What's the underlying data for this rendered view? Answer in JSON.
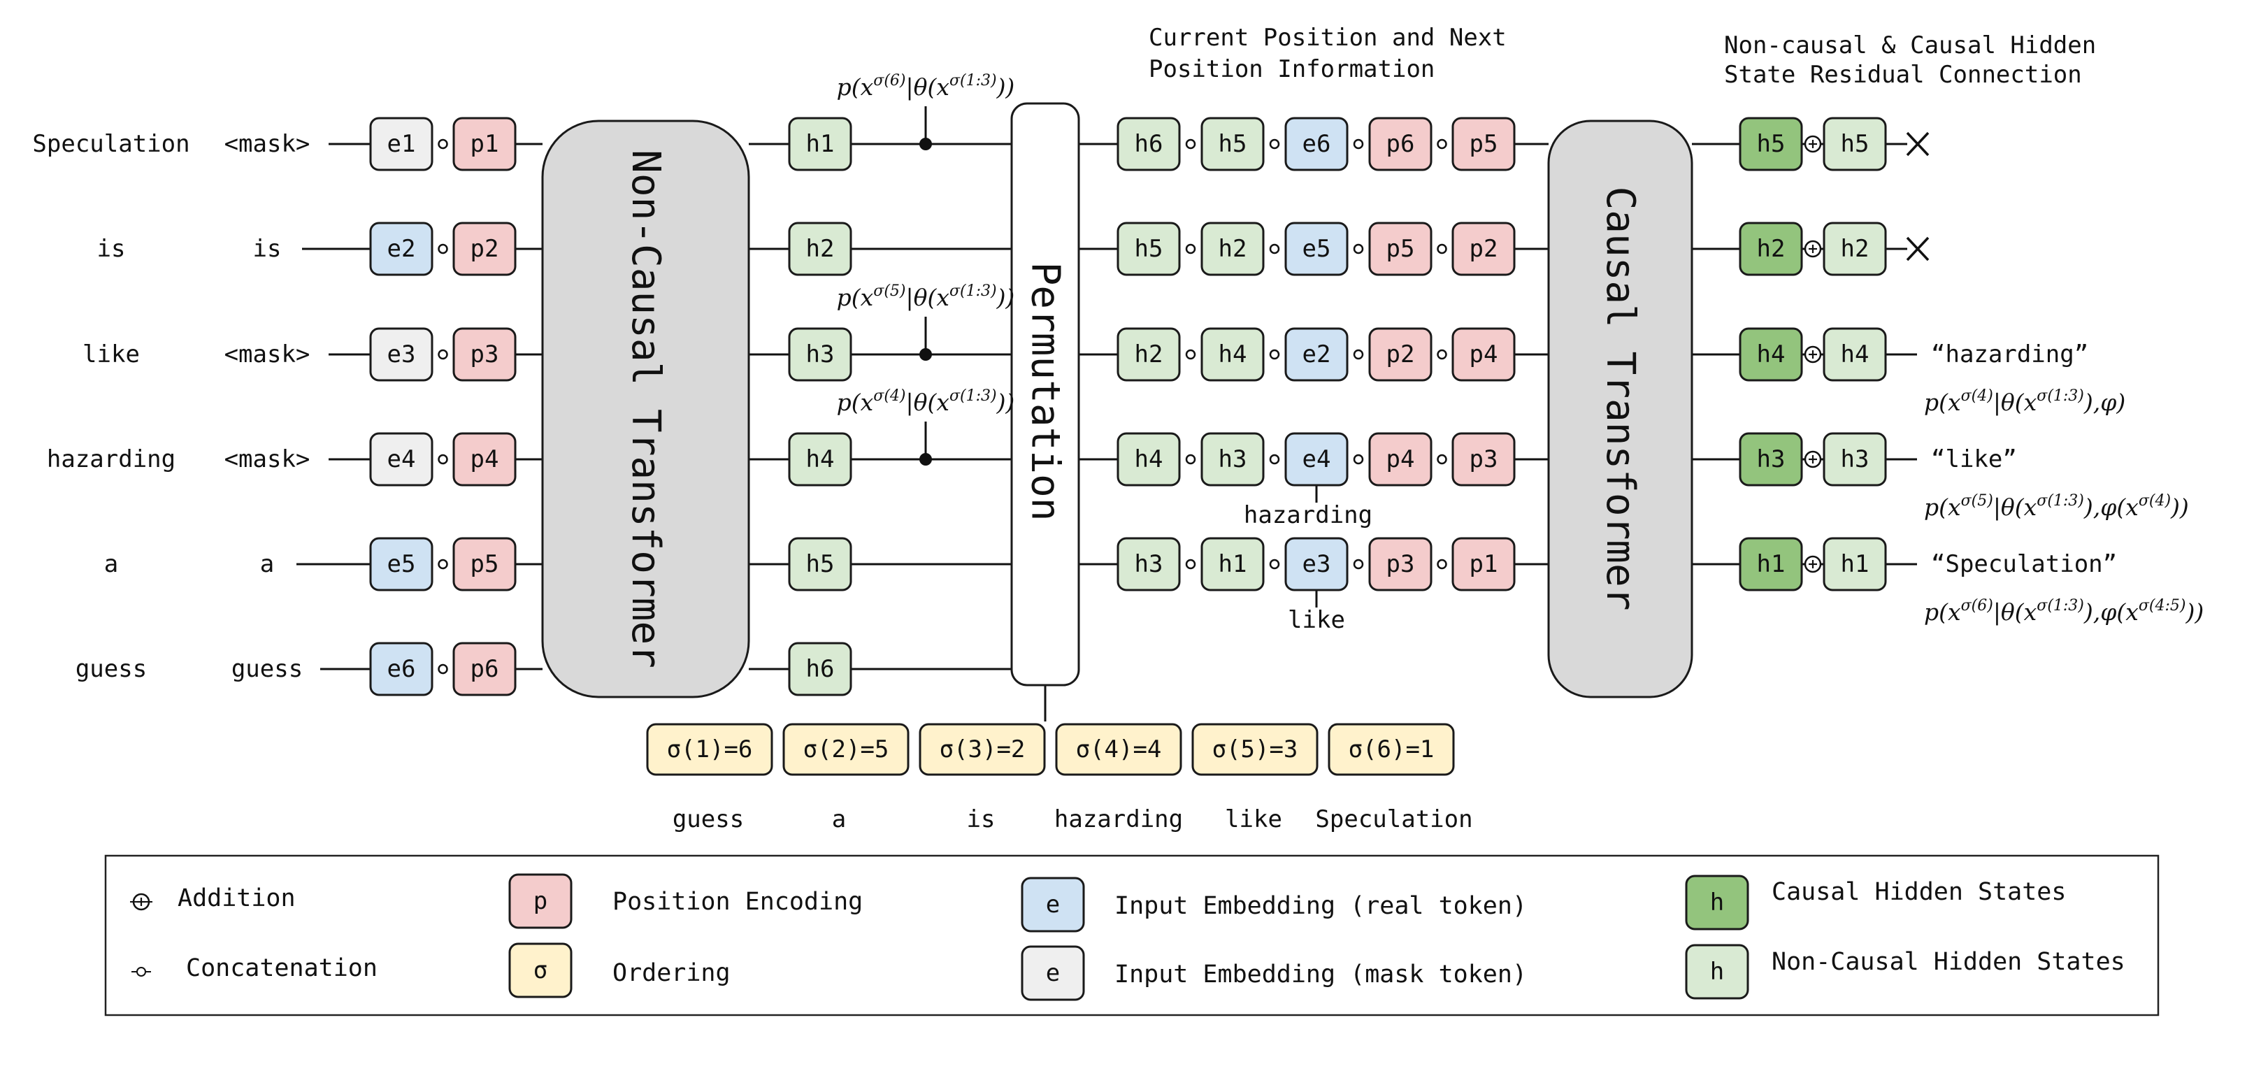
{
  "colors": {
    "position": "#f4cccc",
    "ordering": "#fff2cc",
    "embed_real": "#cfe2f3",
    "embed_mask": "#efefef",
    "causal_hidden": "#93c47d",
    "noncausal_hidden": "#d9ead3",
    "transformer": "#d9d9d9",
    "stroke": "#1a1a1a"
  },
  "headings": {
    "middle": [
      "Current Position and Next",
      "Position Information"
    ],
    "right": [
      "Non-causal & Causal Hidden",
      "State Residual Connection"
    ]
  },
  "blocks": {
    "noncausal_transformer": "Non-Causal Transformer",
    "permutation": "Permutation",
    "causal_transformer": "Causal Transformer"
  },
  "input_rows": [
    {
      "original": "Speculation",
      "input": "<mask>",
      "embed": "e1",
      "embed_type": "mask",
      "pos": "p1",
      "hidden": "h1",
      "formula": "p(x^σ(6) | θ(x^σ(1:3)))"
    },
    {
      "original": "is",
      "input": "is",
      "embed": "e2",
      "embed_type": "real",
      "pos": "p2",
      "hidden": "h2",
      "formula": null
    },
    {
      "original": "like",
      "input": "<mask>",
      "embed": "e3",
      "embed_type": "mask",
      "pos": "p3",
      "hidden": "h3",
      "formula": "p(x^σ(5) | θ(x^σ(1:3)))"
    },
    {
      "original": "hazarding",
      "input": "<mask>",
      "embed": "e4",
      "embed_type": "mask",
      "pos": "p4",
      "hidden": "h4",
      "formula": "p(x^σ(4) | θ(x^σ(1:3)))"
    },
    {
      "original": "a",
      "input": "a",
      "embed": "e5",
      "embed_type": "real",
      "pos": "p5",
      "hidden": "h5",
      "formula": null
    },
    {
      "original": "guess",
      "input": "guess",
      "embed": "e6",
      "embed_type": "real",
      "pos": "p6",
      "hidden": "h6",
      "formula": null
    }
  ],
  "permuted_rows": [
    {
      "cells": [
        [
          "h6",
          "noncausal"
        ],
        [
          "h5",
          "noncausal"
        ],
        [
          "e6",
          "real"
        ],
        [
          "p6",
          "position"
        ],
        [
          "p5",
          "position"
        ]
      ],
      "note": null
    },
    {
      "cells": [
        [
          "h5",
          "noncausal"
        ],
        [
          "h2",
          "noncausal"
        ],
        [
          "e5",
          "real"
        ],
        [
          "p5",
          "position"
        ],
        [
          "p2",
          "position"
        ]
      ],
      "note": null
    },
    {
      "cells": [
        [
          "h2",
          "noncausal"
        ],
        [
          "h4",
          "noncausal"
        ],
        [
          "e2",
          "real"
        ],
        [
          "p2",
          "position"
        ],
        [
          "p4",
          "position"
        ]
      ],
      "note": null
    },
    {
      "cells": [
        [
          "h4",
          "noncausal"
        ],
        [
          "h3",
          "noncausal"
        ],
        [
          "e4",
          "real"
        ],
        [
          "p4",
          "position"
        ],
        [
          "p3",
          "position"
        ]
      ],
      "note": "hazarding"
    },
    {
      "cells": [
        [
          "h3",
          "noncausal"
        ],
        [
          "h1",
          "noncausal"
        ],
        [
          "e3",
          "real"
        ],
        [
          "p3",
          "position"
        ],
        [
          "p1",
          "position"
        ]
      ],
      "note": "like"
    }
  ],
  "output_rows": [
    {
      "causal": "h5",
      "noncausal": "h5",
      "output": "X",
      "discarded": true,
      "formula": null
    },
    {
      "causal": "h2",
      "noncausal": "h2",
      "output": "X",
      "discarded": true,
      "formula": null
    },
    {
      "causal": "h4",
      "noncausal": "h4",
      "output": "“hazarding”",
      "discarded": false,
      "formula": "p(x^σ(4) | θ(x^σ(1:3)), φ)"
    },
    {
      "causal": "h3",
      "noncausal": "h3",
      "output": "“like”",
      "discarded": false,
      "formula": "p(x^σ(5) | θ(x^σ(1:3)), φ(x^σ(4)))"
    },
    {
      "causal": "h1",
      "noncausal": "h1",
      "output": "“Speculation”",
      "discarded": false,
      "formula": "p(x^σ(6) | θ(x^σ(1:3)), φ(x^σ(4:5)))"
    }
  ],
  "ordering": [
    {
      "label": "σ(1)=6",
      "word": "guess"
    },
    {
      "label": "σ(2)=5",
      "word": "a"
    },
    {
      "label": "σ(3)=2",
      "word": "is"
    },
    {
      "label": "σ(4)=4",
      "word": "hazarding"
    },
    {
      "label": "σ(5)=3",
      "word": "like"
    },
    {
      "label": "σ(6)=1",
      "word": "Speculation"
    }
  ],
  "legend": {
    "addition": "Addition",
    "concatenation": "Concatenation",
    "items": [
      {
        "glyph": "p",
        "kind": "position",
        "label": "Position Encoding"
      },
      {
        "glyph": "σ",
        "kind": "ordering",
        "label": "Ordering"
      },
      {
        "glyph": "e",
        "kind": "real",
        "label": "Input Embedding (real token)"
      },
      {
        "glyph": "e",
        "kind": "mask",
        "label": "Input Embedding (mask token)"
      },
      {
        "glyph": "h",
        "kind": "causal",
        "label": "Causal Hidden States"
      },
      {
        "glyph": "h",
        "kind": "noncausal",
        "label": "Non-Causal Hidden States"
      }
    ]
  }
}
